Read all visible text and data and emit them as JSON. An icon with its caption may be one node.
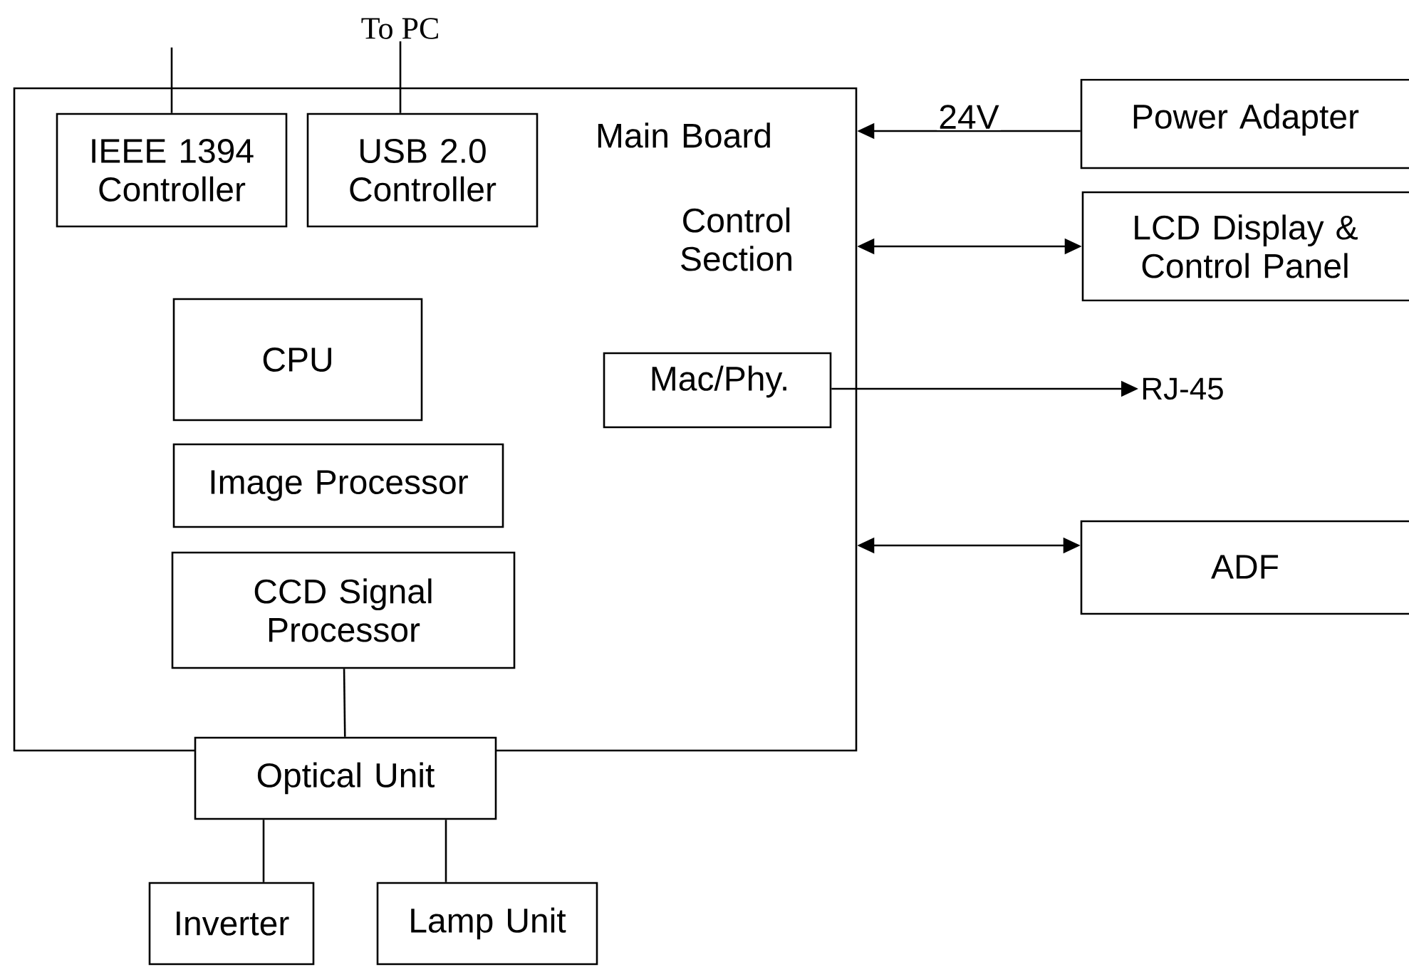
{
  "diagram": {
    "nodes": [
      {
        "text": [
          "Main Board",
          "Control Section"
        ]
      },
      {
        "text": [
          "IEEE 1394 Controller"
        ],
        "in": 0
      },
      {
        "text": [
          "USB 2.0 Controller"
        ],
        "in": 0
      },
      {
        "text": [
          "CPU"
        ],
        "in": 0
      },
      {
        "text": [
          "Mac/Phy."
        ],
        "in": 0
      },
      {
        "text": [
          "Image Processor"
        ],
        "in": 0
      },
      {
        "text": [
          "CCD Signal Processor"
        ],
        "in": 0
      },
      {
        "text": [
          "Optical Unit"
        ]
      },
      {
        "text": [
          "Inverter"
        ]
      },
      {
        "text": [
          "Lamp Unit"
        ]
      },
      {
        "text": [
          "Power Adapter"
        ]
      },
      {
        "text": [
          "LCD Display & Control Panel"
        ]
      },
      {
        "text": [
          "ADF"
        ]
      },
      {
        "text": [
          "To PC"
        ]
      },
      {
        "text": [
          "RJ-45"
        ]
      }
    ],
    "edges": [
      {
        "from": 1,
        "to": null,
        "arrow": "none"
      },
      {
        "from": 2,
        "to": 13,
        "arrow": "none"
      },
      {
        "from": 10,
        "to": 0,
        "arrow": "to",
        "label": "24V"
      },
      {
        "from": 0,
        "to": 11,
        "arrow": "both"
      },
      {
        "from": 4,
        "to": 14,
        "arrow": "to"
      },
      {
        "from": 0,
        "to": 12,
        "arrow": "both"
      },
      {
        "from": 6,
        "to": 7,
        "arrow": "none"
      },
      {
        "from": 7,
        "to": 8,
        "arrow": "none"
      },
      {
        "from": 7,
        "to": 9,
        "arrow": "none"
      }
    ]
  }
}
